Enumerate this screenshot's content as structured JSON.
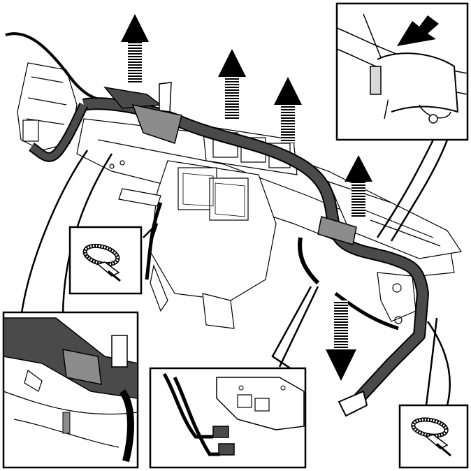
{
  "diagram": {
    "kind": "service-illustration",
    "subject": "wiring-harness-removal",
    "colors": {
      "line": "#000000",
      "harness": "#4a4a4a",
      "tape": "#8c8c8c",
      "background": "#ffffff",
      "light": "#d9d9d9"
    },
    "arrows": [
      {
        "direction": "up",
        "count": 5
      },
      {
        "direction": "down",
        "count": 1
      },
      {
        "direction": "down-left",
        "count": 1
      }
    ],
    "detail_views": [
      {
        "id": "cable-tie-clip-on-bracket"
      },
      {
        "id": "cable-tie-left"
      },
      {
        "id": "harness-bracket-closeup"
      },
      {
        "id": "connector-and-fuse-box"
      },
      {
        "id": "cable-tie-right"
      }
    ]
  }
}
